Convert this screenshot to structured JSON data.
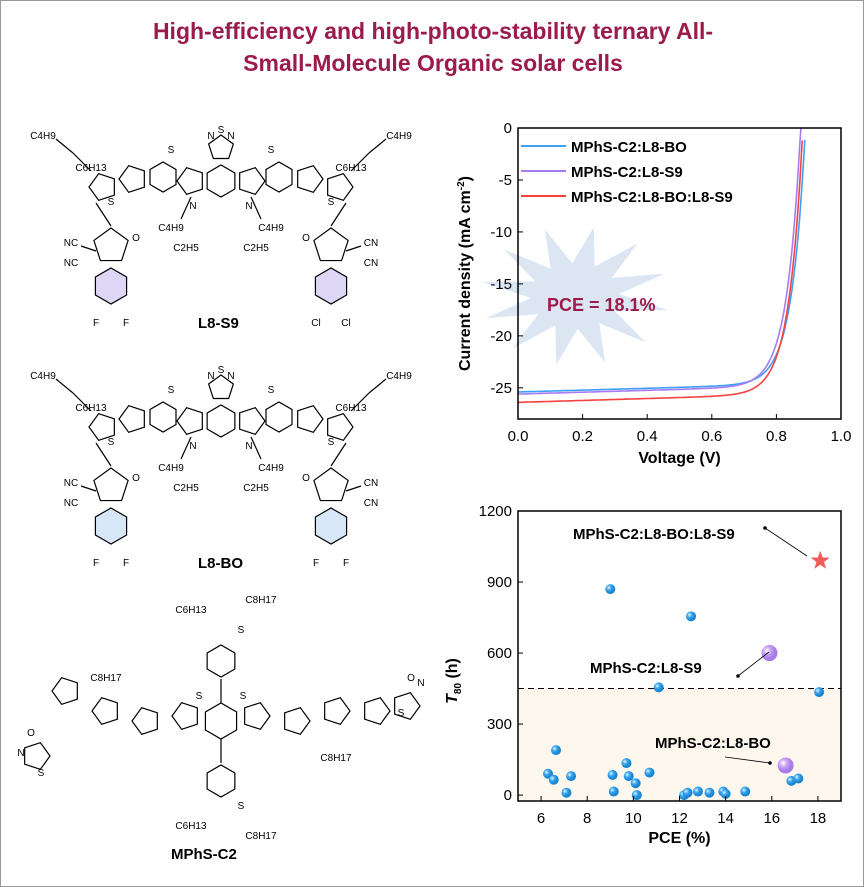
{
  "title_line1": "High-efficiency and high-photo-stability ternary All-",
  "title_line2": "Small-Molecule Organic solar cells",
  "molecules": [
    {
      "name": "L8-S9",
      "atoms": {
        "alkyl1": "C4H9",
        "alkyl2": "C6H13",
        "alkyl3": "C4H9",
        "alkyl4": "C2H5",
        "nc": "NC",
        "cn": "CN",
        "o": "O",
        "s": "S",
        "n": "N",
        "hal": "F",
        "hal2": "Cl"
      }
    },
    {
      "name": "L8-BO",
      "atoms": {
        "alkyl1": "C4H9",
        "alkyl2": "C6H13",
        "alkyl3": "C4H9",
        "alkyl4": "C2H5",
        "nc": "NC",
        "cn": "CN",
        "o": "O",
        "s": "S",
        "n": "N",
        "hal": "F",
        "hal2": "F"
      }
    },
    {
      "name": "MPhS-C2",
      "atoms": {
        "alkyl1": "C8H17",
        "alkyl2": "C6H13",
        "s": "S",
        "n": "N",
        "o": "O"
      }
    }
  ],
  "chart_data": [
    {
      "type": "line",
      "xlabel": "Voltage (V)",
      "ylabel": "Current density (mA cm",
      "ylabel_sup": "-2",
      "ylabel_end": ")",
      "xlim": [
        0,
        1.0
      ],
      "ylim": [
        -28,
        0
      ],
      "xticks": [
        0.0,
        0.2,
        0.4,
        0.6,
        0.8,
        1.0
      ],
      "xtick_labels": [
        "0.0",
        "0.2",
        "0.4",
        "0.6",
        "0.8",
        "1.0"
      ],
      "yticks": [
        0,
        -5,
        -10,
        -15,
        -20,
        -25
      ],
      "ytick_labels": [
        "0",
        "-5",
        "-10",
        "-15",
        "-20",
        "-25"
      ],
      "legend_position": "top-left",
      "annotation": "PCE = 18.1%",
      "series": [
        {
          "name": "MPhS-C2:L8-BO",
          "color": "#3f9ff5",
          "jsc": -25.4,
          "voc": 0.89
        },
        {
          "name": "MPhS-C2:L8-S9",
          "color": "#a77cf3",
          "jsc": -25.6,
          "voc": 0.875
        },
        {
          "name": "MPhS-C2:L8-BO:L8-S9",
          "color": "#f44242",
          "jsc": -26.4,
          "voc": 0.882
        }
      ]
    },
    {
      "type": "scatter",
      "xlabel": "PCE (%)",
      "ylabel": "T",
      "ylabel_sub": "80",
      "ylabel_end": " (h)",
      "xlim": [
        5,
        19
      ],
      "ylim": [
        -25,
        1200
      ],
      "xticks": [
        6,
        8,
        10,
        12,
        14,
        16,
        18
      ],
      "xtick_labels": [
        "6",
        "8",
        "10",
        "12",
        "14",
        "16",
        "18"
      ],
      "yticks": [
        0,
        300,
        600,
        900,
        1200
      ],
      "ytick_labels": [
        "0",
        "300",
        "600",
        "900",
        "1200"
      ],
      "threshold": 450,
      "literature_points": [
        [
          6.3,
          90
        ],
        [
          6.55,
          65
        ],
        [
          6.65,
          190
        ],
        [
          7.1,
          10
        ],
        [
          7.3,
          80
        ],
        [
          9.0,
          870
        ],
        [
          9.1,
          85
        ],
        [
          9.15,
          15
        ],
        [
          9.7,
          135
        ],
        [
          9.8,
          80
        ],
        [
          10.1,
          50
        ],
        [
          10.15,
          0
        ],
        [
          10.7,
          95
        ],
        [
          11.1,
          455
        ],
        [
          12.2,
          0
        ],
        [
          12.35,
          10
        ],
        [
          12.5,
          755
        ],
        [
          12.8,
          15
        ],
        [
          13.3,
          10
        ],
        [
          13.9,
          15
        ],
        [
          14.0,
          5
        ],
        [
          14.85,
          15
        ],
        [
          16.85,
          60
        ],
        [
          17.15,
          70
        ],
        [
          18.05,
          435
        ]
      ],
      "highlighted": [
        {
          "label": "MPhS-C2:L8-S9",
          "x": 15.9,
          "y": 600,
          "marker": "circle",
          "color": "#c9a2f5"
        },
        {
          "label": "MPhS-C2:L8-BO",
          "x": 16.6,
          "y": 125,
          "marker": "circle",
          "color": "#c9a2f5"
        },
        {
          "label": "MPhS-C2:L8-BO:L8-S9",
          "x": 18.1,
          "y": 990,
          "marker": "star",
          "color": "#f25a5a"
        }
      ],
      "colors": {
        "points": "#3aa8ef",
        "shade": "#fdf7ee"
      }
    }
  ]
}
